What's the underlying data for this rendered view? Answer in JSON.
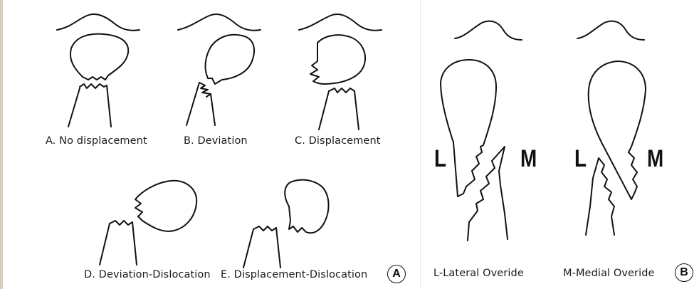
{
  "panel_a": {
    "badge": "A",
    "captions": {
      "a": "A. No displacement",
      "b": "B. Deviation",
      "c": "C. Displacement",
      "d": "D. Deviation-Dislocation",
      "e": "E. Displacement-Dislocation"
    }
  },
  "panel_b": {
    "badge": "B",
    "captions": {
      "lateral": "L-Lateral Overide",
      "medial": "M-Medial Overide"
    },
    "side_labels": {
      "lateral_fig": {
        "left": "L",
        "right": "M"
      },
      "medial_fig": {
        "left": "L",
        "right": "M"
      }
    }
  },
  "colors": {
    "stroke": "#111111",
    "background": "#ffffff",
    "accent": "#d9cfb8"
  }
}
